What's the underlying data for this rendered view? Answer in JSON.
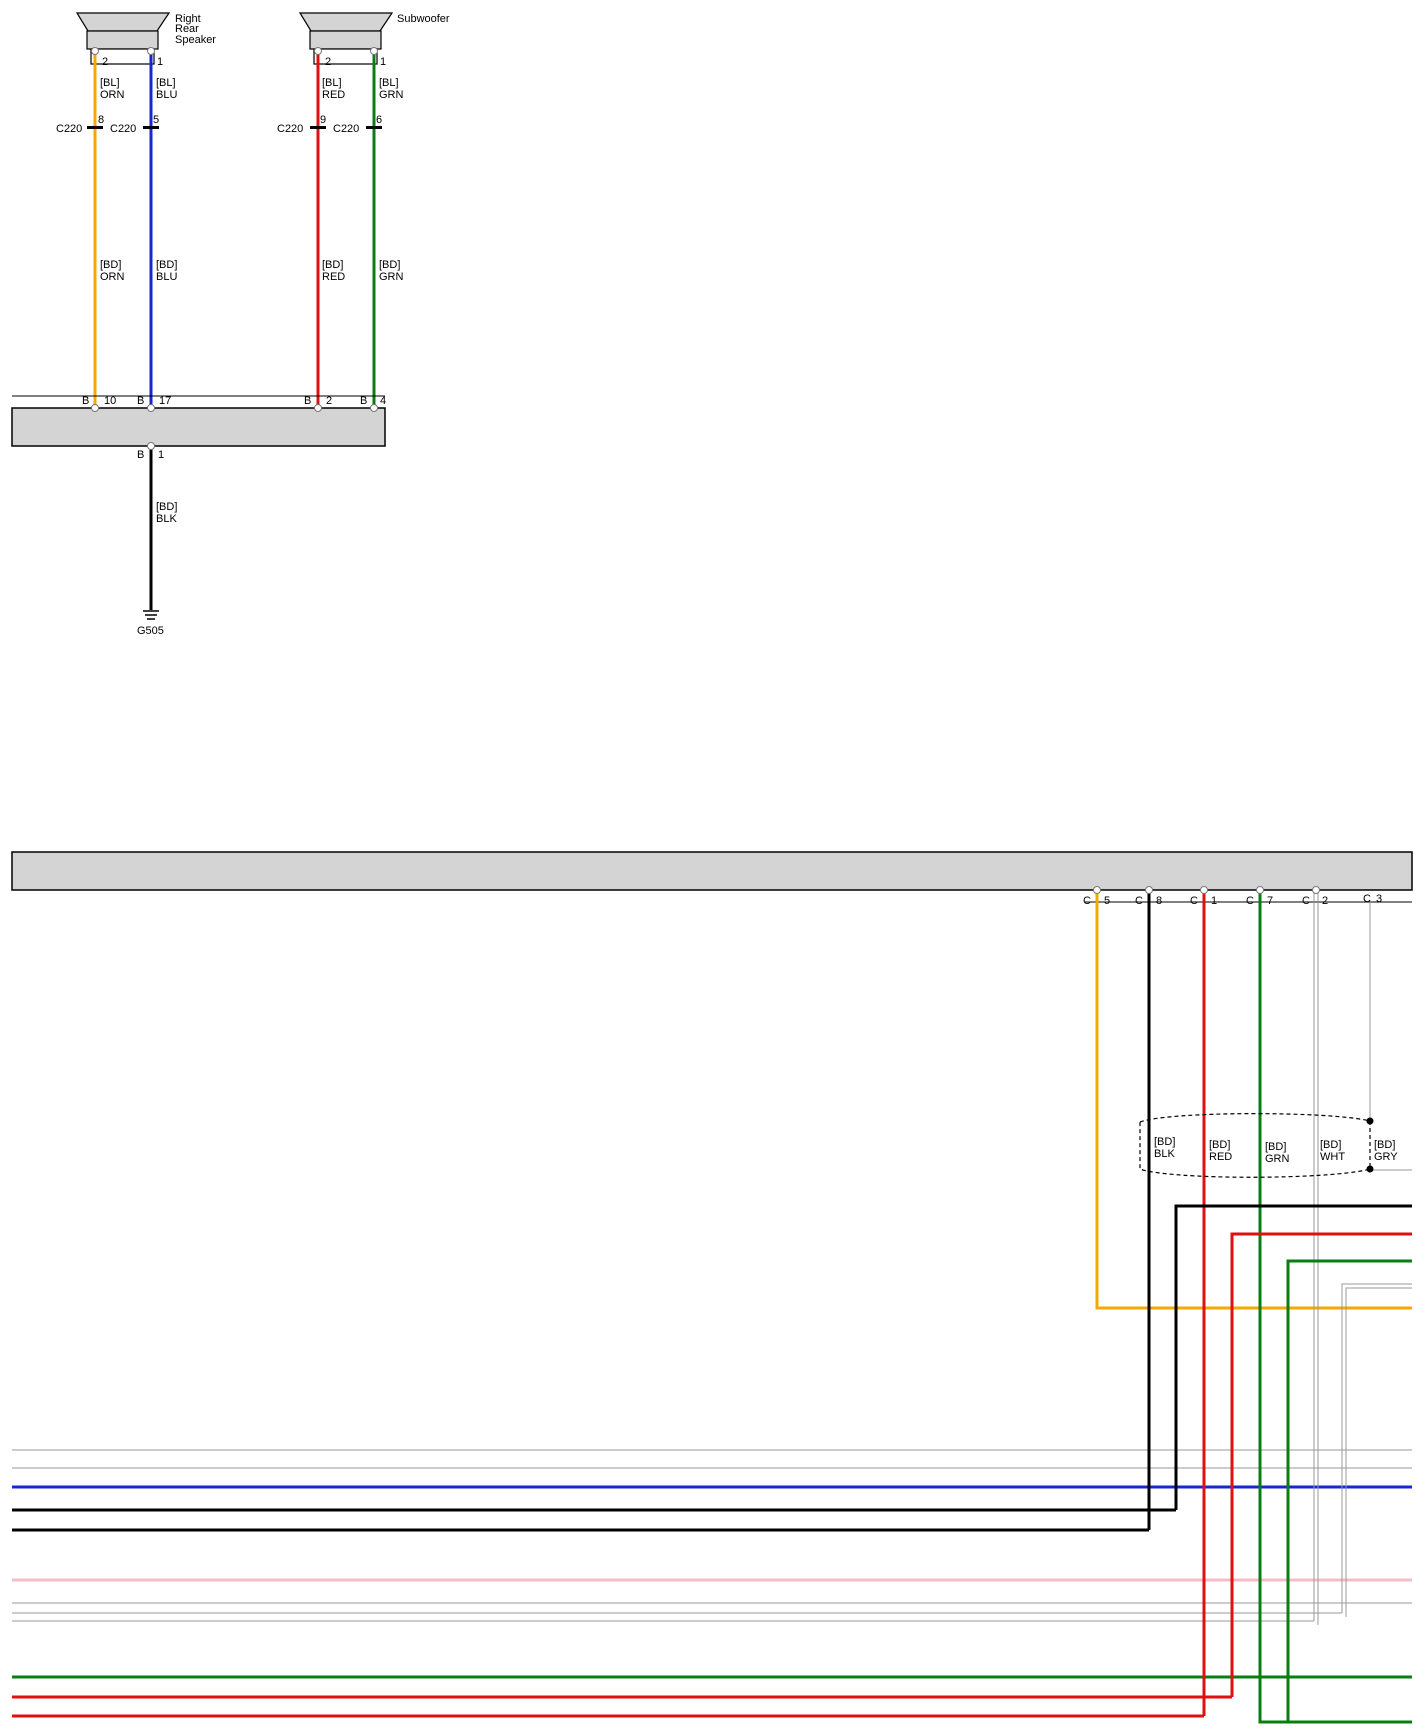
{
  "components": {
    "rr_speaker_label": [
      "Right",
      "Rear",
      "Speaker"
    ],
    "subwoofer_label": "Subwoofer",
    "ground_label": "G505"
  },
  "colors": {
    "ORN": "#f5a800",
    "BLU": "#1428d2",
    "RED": "#e01010",
    "GRN": "#0a7d12",
    "BLK": "#000000",
    "PNK": "#f4bcc8",
    "WHT": "#8a8a8a",
    "GRY": "#8a8a8a",
    "module": "#d4d4d4"
  },
  "top_wires": [
    {
      "speaker_pin": "2",
      "conn": "C220",
      "conn_pin": "8",
      "label_top": [
        "[BL]",
        "ORN"
      ],
      "label_mid": [
        "[BD]",
        "ORN"
      ],
      "module_conn": "B",
      "module_pin": "10",
      "color": "ORN"
    },
    {
      "speaker_pin": "1",
      "conn": "C220",
      "conn_pin": "5",
      "label_top": [
        "[BL]",
        "BLU"
      ],
      "label_mid": [
        "[BD]",
        "BLU"
      ],
      "module_conn": "B",
      "module_pin": "17",
      "color": "BLU"
    },
    {
      "speaker_pin": "2",
      "conn": "C220",
      "conn_pin": "9",
      "label_top": [
        "[BL]",
        "RED"
      ],
      "label_mid": [
        "[BD]",
        "RED"
      ],
      "module_conn": "B",
      "module_pin": "2",
      "color": "RED"
    },
    {
      "speaker_pin": "1",
      "conn": "C220",
      "conn_pin": "6",
      "label_top": [
        "[BL]",
        "GRN"
      ],
      "label_mid": [
        "[BD]",
        "GRN"
      ],
      "module_conn": "B",
      "module_pin": "4",
      "color": "GRN"
    }
  ],
  "ground_wire": {
    "module_conn": "B",
    "module_pin": "1",
    "label": [
      "[BD]",
      "BLK"
    ],
    "color": "BLK"
  },
  "bottom_pins": [
    {
      "conn": "C",
      "pin": "5",
      "color": "ORN"
    },
    {
      "conn": "C",
      "pin": "8",
      "color": "BLK"
    },
    {
      "conn": "C",
      "pin": "1",
      "color": "RED"
    },
    {
      "conn": "C",
      "pin": "7",
      "color": "GRN"
    },
    {
      "conn": "C",
      "pin": "2",
      "color": "WHT"
    },
    {
      "conn": "C",
      "pin": "3",
      "color": "GRY"
    }
  ],
  "shield_labels": [
    [
      "[BD]",
      "BLK"
    ],
    [
      "[BD]",
      "RED"
    ],
    [
      "[BD]",
      "GRN"
    ],
    [
      "[BD]",
      "WHT"
    ],
    [
      "[BD]",
      "GRY"
    ]
  ]
}
